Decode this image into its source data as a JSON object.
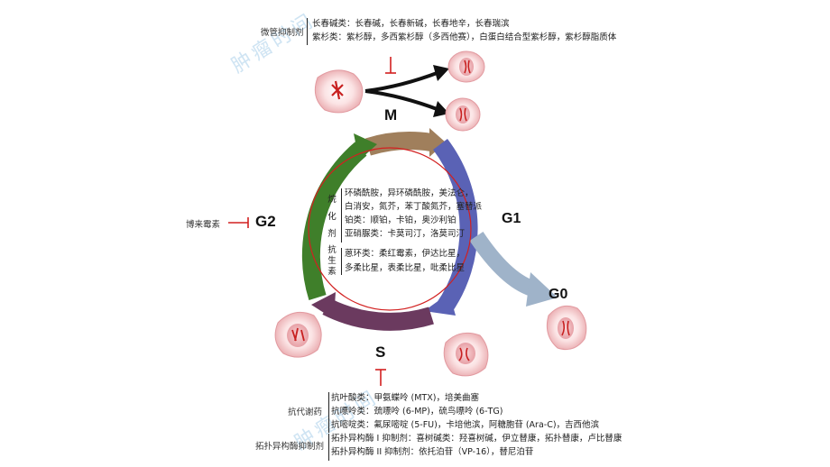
{
  "watermark": "肿瘤时间",
  "phases": {
    "m": "M",
    "g1": "G1",
    "g2": "G2",
    "s": "S",
    "g0": "G0"
  },
  "microtubule": {
    "label": "微管抑制剂",
    "lines": [
      "长春碱类：长春碱，长春新碱，长春地辛，长春瑞滨",
      "紫杉类：紫杉醇，多西紫杉醇（多西他赛），白蛋白结合型紫杉醇，紫杉醇脂质体"
    ]
  },
  "g2_drug": "博来霉素",
  "center": {
    "alkylating_label": "烷化剂",
    "alkylating_lines": [
      "环磷酰胺，异环磷酰胺，美法仑，",
      "白消安，氮芥，苯丁酸氮芥，塞替派",
      "铂类：顺铂，卡铂，奥沙利铂",
      "亚硝脲类：卡莫司汀，洛莫司汀"
    ],
    "antibiotic_label": "抗生素",
    "antibiotic_lines": [
      "蒽环类：柔红霉素，伊达比星，",
      "多柔比星，表柔比星，吡柔比星"
    ]
  },
  "antimetabolite": {
    "label": "抗代谢药",
    "lines": [
      "抗叶酸类：甲氨蝶呤 (MTX)，培美曲塞",
      "抗嘌呤类：巯嘌呤 (6-MP)，硫鸟嘌呤 (6-TG)",
      "抗嘧啶类：氟尿嘧啶 (5-FU)，卡培他滨，阿糖胞苷 (Ara-C)，吉西他滨"
    ]
  },
  "topo": {
    "label": "拓扑异构酶抑制剂",
    "lines": [
      "拓扑异构酶 I 抑制剂：喜树碱类：羟喜树碱，伊立替康，拓扑替康，卢比替康",
      "拓扑异构酶 II 抑制剂：依托泊苷（VP-16），替尼泊苷"
    ]
  },
  "colors": {
    "m_arrow": "#a07f5c",
    "g1_arrow": "#5a62b5",
    "g0_arrow": "#9fb3c9",
    "s_arrow": "#6b3a5f",
    "g2_arrow": "#3f7f2a",
    "inner_ring": "#d22020",
    "inhibit": "#d22020"
  }
}
